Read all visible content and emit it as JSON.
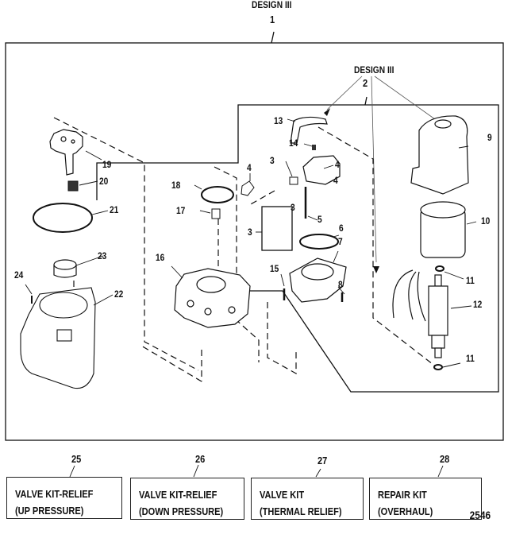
{
  "diagram": {
    "top_assembly": {
      "label": "DESIGN III",
      "callout": "1"
    },
    "sub_assembly": {
      "label": "DESIGN III",
      "callout": "2"
    },
    "parts": [
      {
        "callout": "3"
      },
      {
        "callout": "4"
      },
      {
        "callout": "5"
      },
      {
        "callout": "6"
      },
      {
        "callout": "7"
      },
      {
        "callout": "8"
      },
      {
        "callout": "9"
      },
      {
        "callout": "10"
      },
      {
        "callout": "11"
      },
      {
        "callout": "12"
      },
      {
        "callout": "13"
      },
      {
        "callout": "14"
      },
      {
        "callout": "15"
      },
      {
        "callout": "16"
      },
      {
        "callout": "17"
      },
      {
        "callout": "18"
      },
      {
        "callout": "19"
      },
      {
        "callout": "20"
      },
      {
        "callout": "21"
      },
      {
        "callout": "22"
      },
      {
        "callout": "23"
      },
      {
        "callout": "24"
      }
    ],
    "kits": [
      {
        "callout": "25",
        "line1": "VALVE KIT-RELIEF",
        "line2": "(UP PRESSURE)"
      },
      {
        "callout": "26",
        "line1": "VALVE KIT-RELIEF",
        "line2": "(DOWN PRESSURE)"
      },
      {
        "callout": "27",
        "line1": "VALVE KIT",
        "line2": "(THERMAL RELIEF)"
      },
      {
        "callout": "28",
        "line1": "REPAIR KIT",
        "line2": "(OVERHAUL)"
      }
    ],
    "figure_number": "2546"
  }
}
